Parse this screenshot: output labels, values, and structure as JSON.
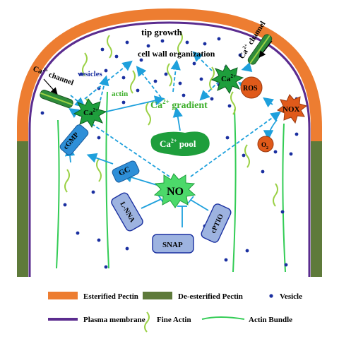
{
  "labels": {
    "tip_growth": "tip growth",
    "cell_wall_organization": "cell wall organization",
    "vesicles": "vesicles",
    "actin": "actin",
    "ca_gradient": "Ca",
    "ca_gradient_sup": "2+",
    "ca_gradient_rest": " gradient",
    "ca_pool": "Ca",
    "ca_pool_sup": "2+",
    "ca_pool_rest": " pool",
    "ca_channel_left": "Ca",
    "ca_channel_left_sup": "2+",
    "ca_channel_left_rest": " channel",
    "ca_channel_right": "Ca",
    "ca_channel_right_sup": "2+",
    "ca_channel_right_rest": " channel",
    "ca_star_left": "Ca",
    "ca_star_left_sup": "2+",
    "ca_star_right": "Ca",
    "ca_star_right_sup": "2+",
    "cgmp": "cGMP",
    "gc": "GC",
    "no": "NO",
    "lnna": "L-NNA",
    "snap": "SNAP",
    "cptio": "cPTIO",
    "ros": "ROS",
    "nox": "NOX",
    "o2": "O",
    "o2_sub": "2"
  },
  "legend": {
    "esterified_pectin": "Esterified Pectin",
    "de_esterified_pectin": "De-esterified Pectin",
    "vesicle": "Vesicle",
    "plasma_membrane": "Plasma membrane",
    "fine_actin": "Fine Actin",
    "actin_bundle": "Actin Bundle"
  },
  "colors": {
    "esterified_pectin": "#ED7D31",
    "de_esterified_pectin": "#5E7A3A",
    "plasma_membrane": "#5B2C8F",
    "vesicle": "#1A2FA0",
    "fine_actin": "#9BD146",
    "actin_bundle": "#33CC55",
    "arrow": "#1EA0DC",
    "blue_box": "#2E8FD8",
    "green_star": "#1E9E3C",
    "red_circle": "#E05A1A",
    "lavender": "#9DB3E0",
    "label_green": "#3DAF2B"
  }
}
